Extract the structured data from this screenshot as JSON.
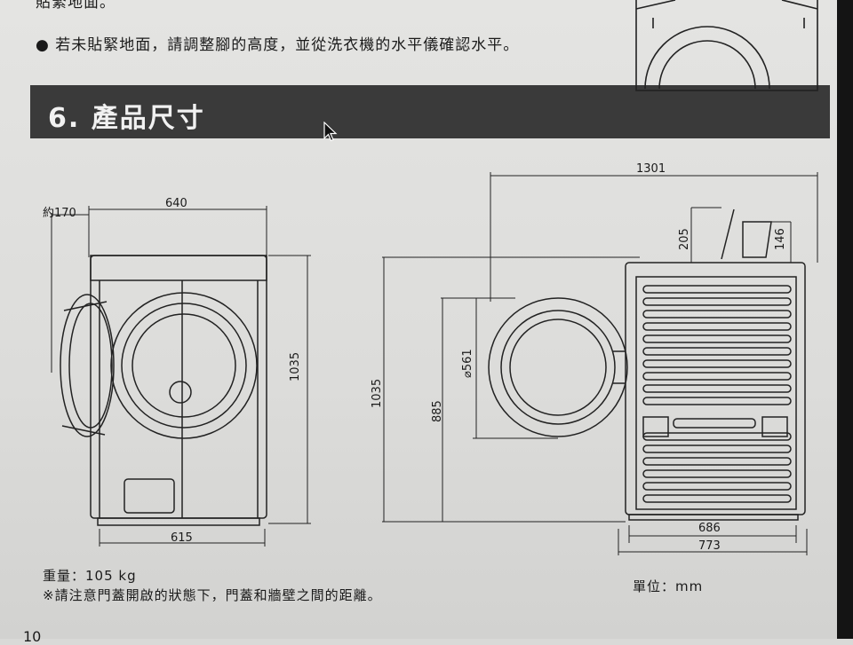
{
  "top_lines": {
    "line1": "貼緊地面。",
    "line2": "若未貼緊地面，請調整腳的高度，並從洗衣機的水平儀確認水平。"
  },
  "section": {
    "title": "6. 產品尺寸"
  },
  "front_view": {
    "door_clearance": "約170",
    "width_top": "640",
    "height": "1035",
    "width_bottom": "615"
  },
  "side_view": {
    "total_depth": "1301",
    "height": "1035",
    "door_center_height": "885",
    "door_diameter": "⌀561",
    "lid_height": "205",
    "lid_depth": "146",
    "depth_body": "686",
    "depth_total": "773"
  },
  "notes": {
    "weight": "重量：105 kg",
    "remark": "※請注意門蓋開啟的狀態下，門蓋和牆壁之間的距離。",
    "unit": "單位：mm"
  },
  "page_number": "10"
}
